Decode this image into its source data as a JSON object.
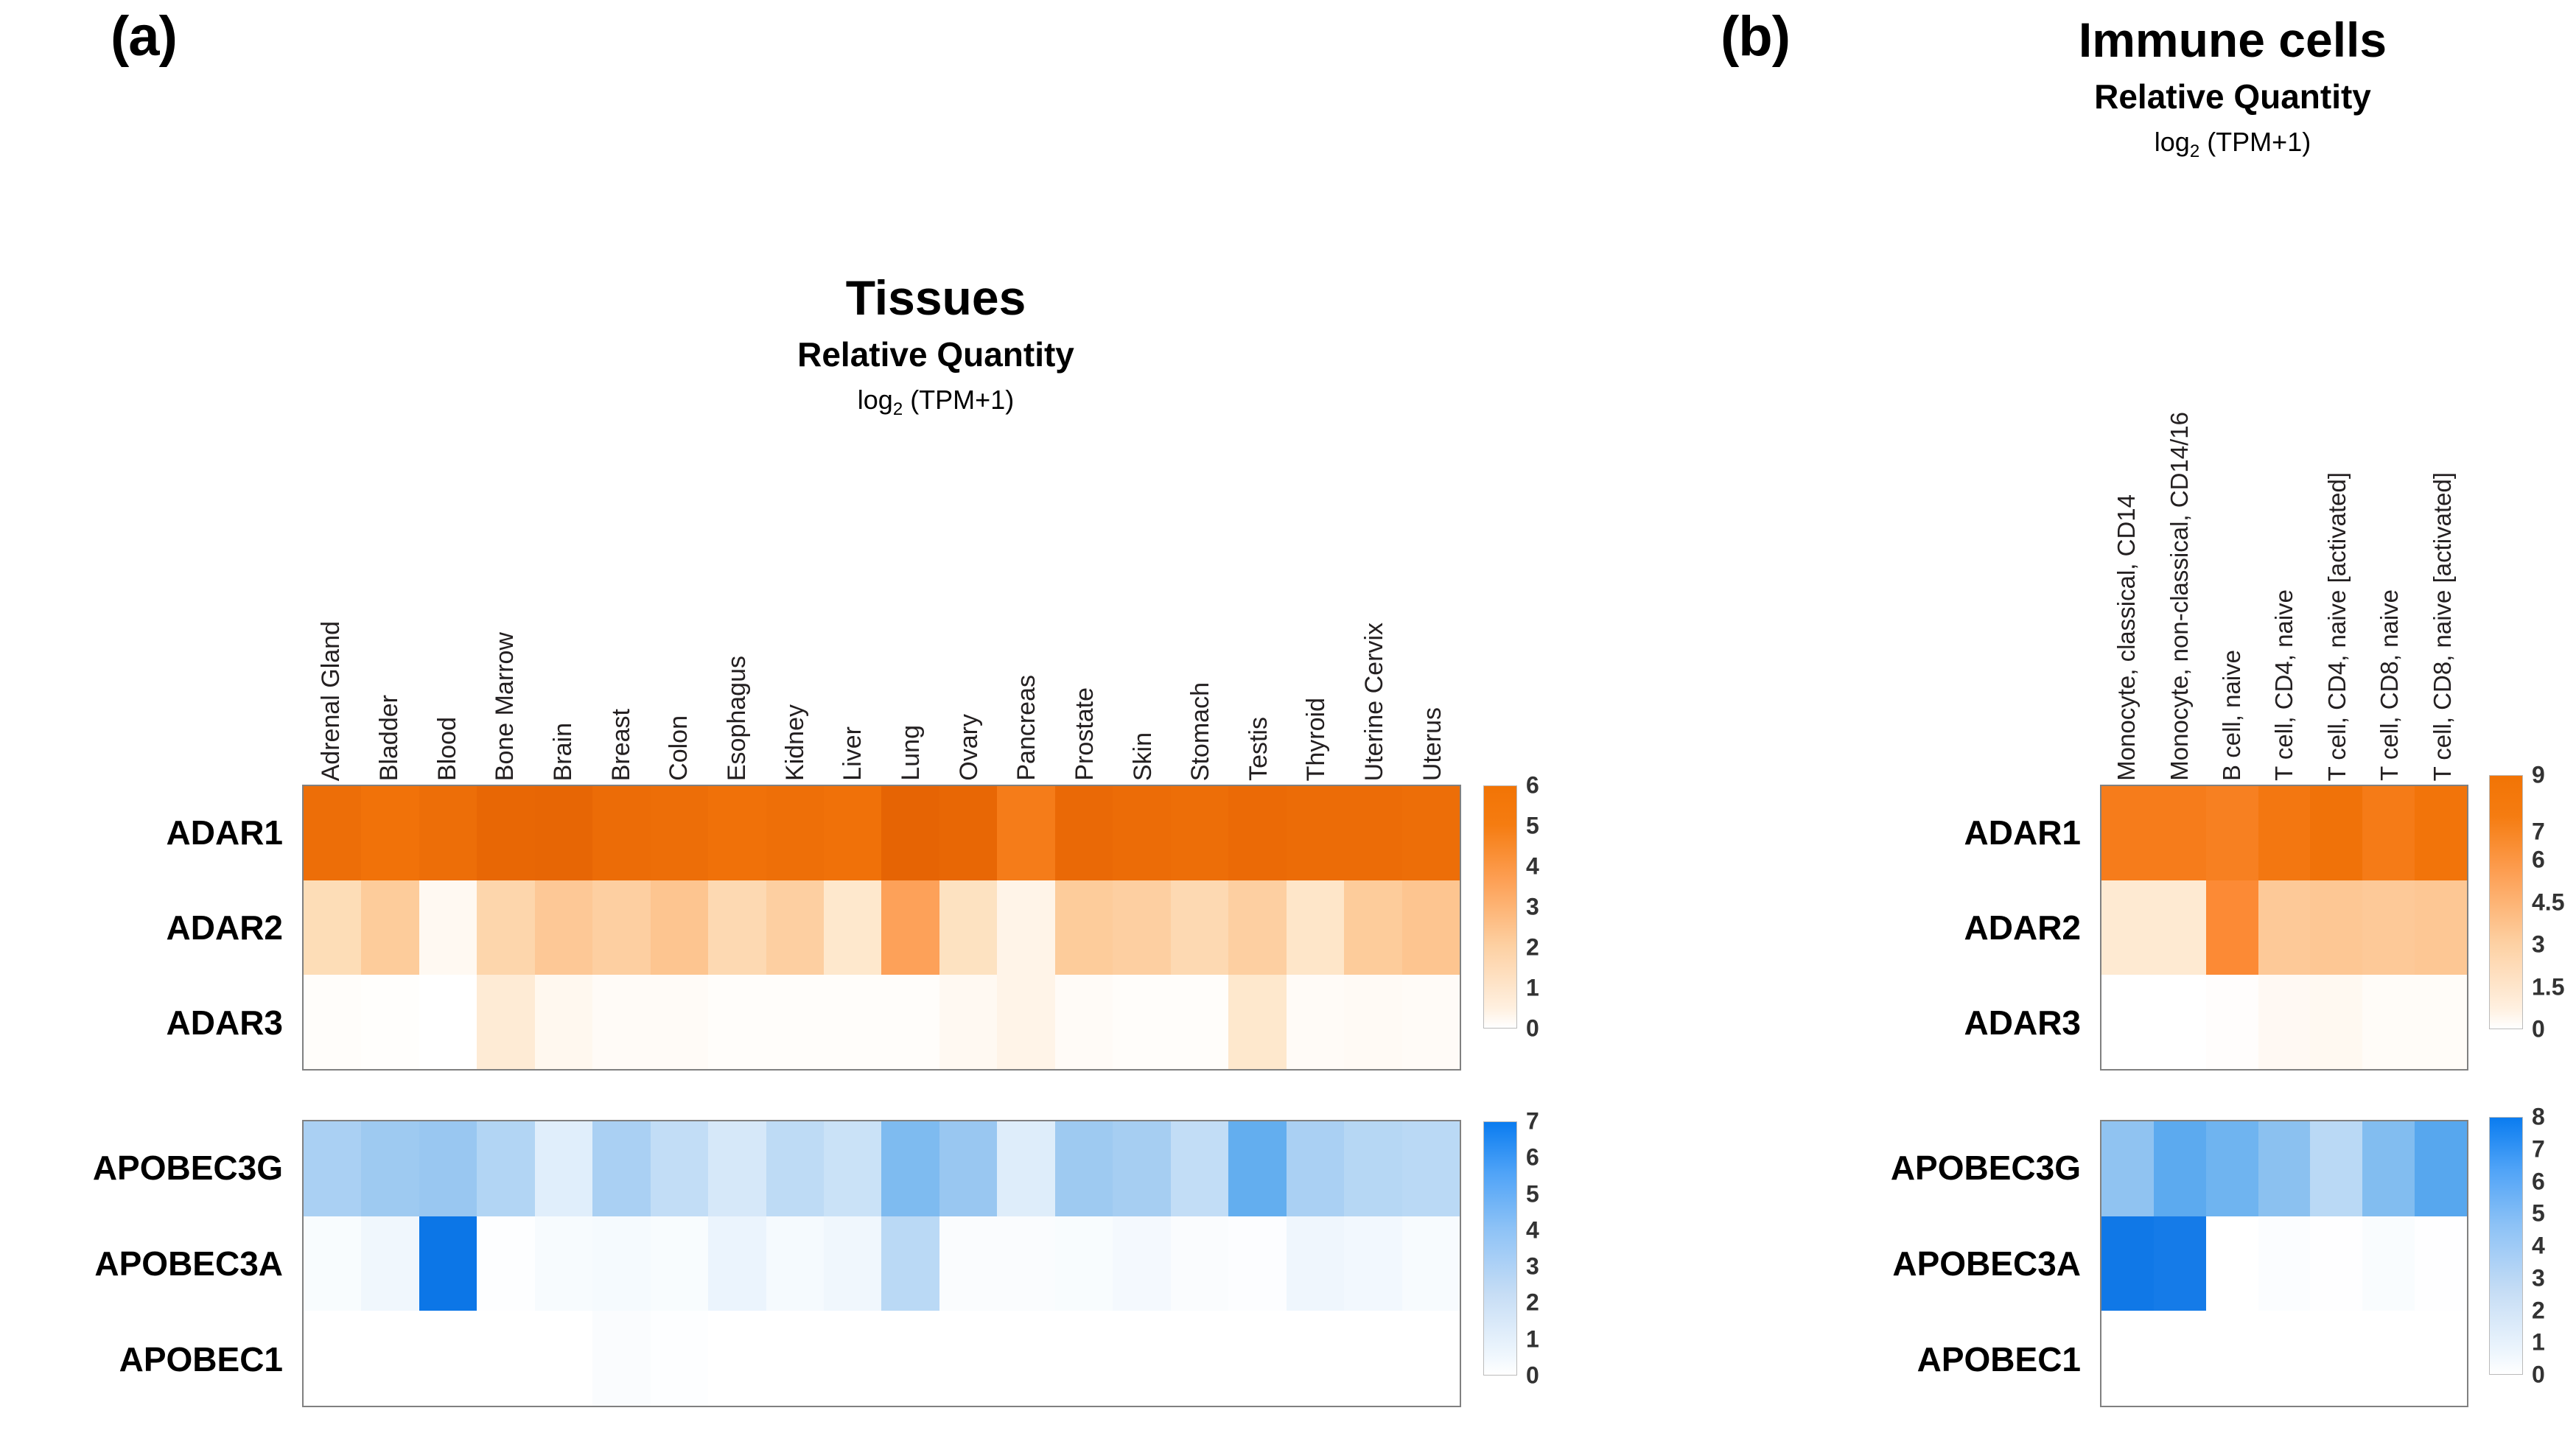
{
  "panels": {
    "a": {
      "letter": "(a)",
      "title": "Tissues",
      "subtitle": "Relative Quantity",
      "unit_prefix": "log",
      "unit_sub": "2",
      "unit_suffix": " (TPM+1)"
    },
    "b": {
      "letter": "(b)",
      "title": "Immune cells",
      "subtitle": "Relative Quantity",
      "unit_prefix": "log",
      "unit_sub": "2",
      "unit_suffix": " (TPM+1)"
    }
  },
  "colors": {
    "orange_max": "#f27405",
    "orange_mid": "#fd9e52",
    "orange_min": "#ffffff",
    "blue_max": "#0a7cf0",
    "blue_mid": "#8dc2f6",
    "blue_min": "#ffffff",
    "border": "#808080"
  },
  "chart_data": [
    {
      "type": "heatmap",
      "panel": "a",
      "group": "ADAR",
      "title": "Tissues",
      "subtitle": "Relative Quantity",
      "unit": "log2 (TPM+1)",
      "colormap": "Oranges",
      "zlim": [
        0,
        6
      ],
      "colorbar_ticks": [
        6,
        5,
        4,
        3,
        2,
        1,
        0
      ],
      "rows": [
        "ADAR1",
        "ADAR2",
        "ADAR3"
      ],
      "categories": [
        "Adrenal Gland",
        "Bladder",
        "Blood",
        "Bone Marrow",
        "Brain",
        "Breast",
        "Colon",
        "Esophagus",
        "Kidney",
        "Liver",
        "Lung",
        "Ovary",
        "Pancreas",
        "Prostate",
        "Skin",
        "Stomach",
        "Testis",
        "Thyroid",
        "Uterine Cervix",
        "Uterus"
      ],
      "series": [
        {
          "name": "ADAR1",
          "values": [
            5.4,
            5.1,
            5.4,
            5.8,
            5.9,
            5.5,
            5.4,
            5.2,
            5.3,
            5.2,
            6.0,
            5.8,
            4.7,
            5.7,
            5.5,
            5.4,
            5.6,
            5.5,
            5.5,
            5.4
          ]
        },
        {
          "name": "ADAR2",
          "values": [
            2.1,
            2.6,
            0.5,
            2.3,
            2.7,
            2.5,
            2.8,
            2.2,
            2.5,
            1.6,
            3.6,
            1.9,
            0.9,
            2.6,
            2.5,
            2.2,
            2.5,
            1.7,
            2.6,
            2.8
          ]
        },
        {
          "name": "ADAR3",
          "values": [
            0.2,
            0.1,
            0.0,
            1.4,
            0.6,
            0.3,
            0.3,
            0.2,
            0.2,
            0.2,
            0.2,
            0.5,
            0.9,
            0.3,
            0.2,
            0.2,
            1.6,
            0.3,
            0.4,
            0.3
          ]
        }
      ]
    },
    {
      "type": "heatmap",
      "panel": "a",
      "group": "APOBEC",
      "title": "Tissues",
      "subtitle": "Relative Quantity",
      "unit": "log2 (TPM+1)",
      "colormap": "Blues",
      "zlim": [
        0,
        7
      ],
      "colorbar_ticks": [
        7,
        6,
        5,
        4,
        3,
        2,
        1,
        0
      ],
      "rows": [
        "APOBEC3G",
        "APOBEC3A",
        "APOBEC1"
      ],
      "categories": [
        "Adrenal Gland",
        "Bladder",
        "Blood",
        "Bone Marrow",
        "Brain",
        "Breast",
        "Colon",
        "Esophagus",
        "Kidney",
        "Liver",
        "Lung",
        "Ovary",
        "Pancreas",
        "Prostate",
        "Skin",
        "Stomach",
        "Testis",
        "Thyroid",
        "Uterine Cervix",
        "Uterus"
      ],
      "series": [
        {
          "name": "APOBEC3G",
          "values": [
            3.2,
            3.5,
            3.6,
            3.0,
            1.6,
            3.2,
            2.6,
            2.0,
            2.7,
            2.4,
            4.1,
            3.6,
            1.7,
            3.5,
            3.3,
            2.6,
            4.6,
            3.2,
            2.9,
            2.8
          ]
        },
        {
          "name": "APOBEC3A",
          "values": [
            0.4,
            0.9,
            6.8,
            0.1,
            0.5,
            0.6,
            0.4,
            1.2,
            0.6,
            0.9,
            2.8,
            0.3,
            0.3,
            0.4,
            0.7,
            0.3,
            0.2,
            1.0,
            0.8,
            0.5
          ]
        },
        {
          "name": "APOBEC1",
          "values": [
            0.0,
            0.0,
            0.0,
            0.0,
            0.0,
            0.3,
            0.1,
            0.0,
            0.0,
            0.0,
            0.0,
            0.0,
            0.0,
            0.0,
            0.0,
            0.0,
            0.0,
            0.0,
            0.0,
            0.0
          ]
        }
      ]
    },
    {
      "type": "heatmap",
      "panel": "b",
      "group": "ADAR",
      "title": "Immune cells",
      "subtitle": "Relative Quantity",
      "unit": "log2 (TPM+1)",
      "colormap": "Oranges",
      "zlim": [
        0,
        9
      ],
      "colorbar_ticks": [
        "9",
        "7",
        "6",
        "4.5",
        "3",
        "1.5",
        "0"
      ],
      "rows": [
        "ADAR1",
        "ADAR2",
        "ADAR3"
      ],
      "categories": [
        "Monocyte, classical, CD14",
        "Monocyte, non-classical, CD14/16",
        "B cell, naive",
        "T cell, CD4, naive",
        "T cell, CD4, naive [activated]",
        "T cell, CD8, naive",
        "T cell, CD8, naive [activated]"
      ],
      "series": [
        {
          "name": "ADAR1",
          "values": [
            7.0,
            7.0,
            6.8,
            7.3,
            7.7,
            7.1,
            7.5
          ]
        },
        {
          "name": "ADAR2",
          "values": [
            2.2,
            2.2,
            6.2,
            4.0,
            4.1,
            4.0,
            4.1
          ]
        },
        {
          "name": "ADAR3",
          "values": [
            0.0,
            0.0,
            0.2,
            0.7,
            0.8,
            0.4,
            0.4
          ]
        }
      ]
    },
    {
      "type": "heatmap",
      "panel": "b",
      "group": "APOBEC",
      "title": "Immune cells",
      "subtitle": "Relative Quantity",
      "unit": "log2 (TPM+1)",
      "colormap": "Blues",
      "zlim": [
        0,
        8
      ],
      "colorbar_ticks": [
        8,
        7,
        6,
        5,
        4,
        3,
        2,
        1,
        0
      ],
      "rows": [
        "APOBEC3G",
        "APOBEC3A",
        "APOBEC1"
      ],
      "categories": [
        "Monocyte, classical, CD14",
        "Monocyte, non-classical, CD14/16",
        "B cell, naive",
        "T cell, CD4, naive",
        "T cell, CD4, naive [activated]",
        "T cell, CD8, naive",
        "T cell, CD8, naive [activated]"
      ],
      "series": [
        {
          "name": "APOBEC3G",
          "values": [
            4.3,
            5.4,
            5.0,
            4.4,
            3.2,
            4.6,
            5.5
          ]
        },
        {
          "name": "APOBEC3A",
          "values": [
            7.6,
            7.3,
            0.0,
            0.3,
            0.1,
            0.4,
            0.1
          ]
        },
        {
          "name": "APOBEC1",
          "values": [
            0.0,
            0.0,
            0.0,
            0.0,
            0.0,
            0.0,
            0.0
          ]
        }
      ]
    }
  ]
}
